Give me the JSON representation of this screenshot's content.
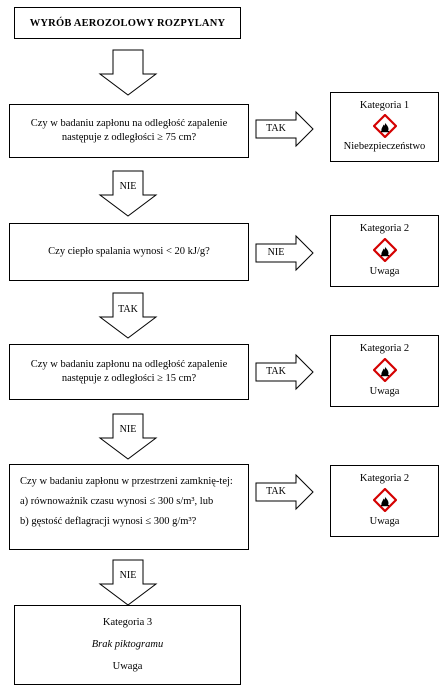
{
  "title": "WYRÓB AEROZOLOWY ROZPYLANY",
  "questions": [
    {
      "text": "Czy w badaniu zapłonu na odległość zapalenie następuje z odległości ≥ 75 cm?"
    },
    {
      "text": "Czy ciepło spalania wynosi < 20 kJ/g?"
    },
    {
      "text": "Czy w badaniu zapłonu na odległość zapalenie następuje z odległości ≥ 15 cm?"
    },
    {
      "intro": "Czy w badaniu zapłonu w przestrzeni zamknię-tej:",
      "line_a": "a) równoważnik czasu wynosi ≤ 300 s/m³, lub",
      "line_b": "b) gęstość deflagracji wynosi ≤ 300 g/m³?"
    }
  ],
  "down_labels": [
    "NIE",
    "TAK",
    "NIE",
    "NIE"
  ],
  "side_labels": [
    "TAK",
    "NIE",
    "TAK",
    "TAK"
  ],
  "results": [
    {
      "category": "Kategoria 1",
      "signal": "Niebezpieczeństwo",
      "pictogram": "flame-pictogram"
    },
    {
      "category": "Kategoria 2",
      "signal": "Uwaga",
      "pictogram": "flame-pictogram"
    },
    {
      "category": "Kategoria 2",
      "signal": "Uwaga",
      "pictogram": "flame-pictogram"
    },
    {
      "category": "Kategoria 2",
      "signal": "Uwaga",
      "pictogram": "flame-pictogram"
    }
  ],
  "final": {
    "category": "Kategoria 3",
    "pictogram_note": "Brak piktogramu",
    "signal": "Uwaga"
  },
  "colors": {
    "pictogram_border": "#d40000",
    "line": "#000000"
  }
}
